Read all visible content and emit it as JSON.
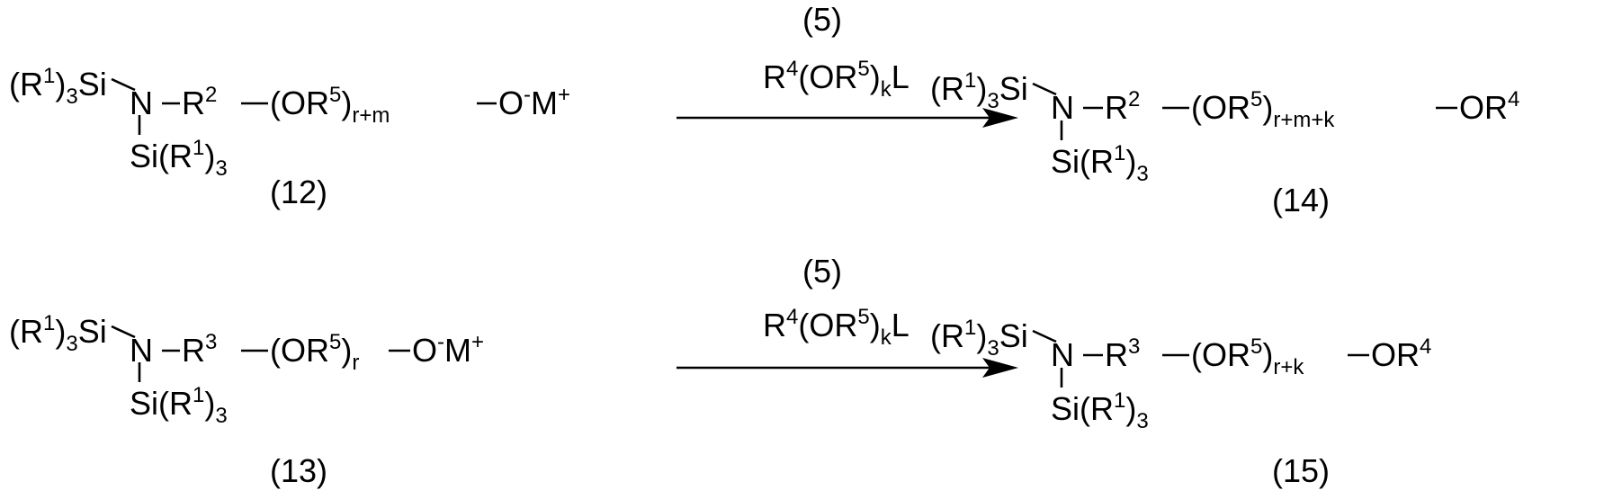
{
  "scheme": {
    "reactions": [
      {
        "reactant": {
          "label": "(12)",
          "si_top": [
            "(R",
            "1",
            ")",
            "3",
            "Si"
          ],
          "n": "N",
          "r_group": [
            "R",
            "2"
          ],
          "chain": [
            "(OR",
            "5",
            ")",
            "r+m",
            "O",
            "-",
            "M",
            "+"
          ],
          "si_bottom": [
            "Si(R",
            "1",
            ")",
            "3"
          ]
        },
        "reagent": {
          "number": "(5)",
          "formula": [
            "R",
            "4",
            "(OR",
            "5",
            ")",
            "k",
            "L"
          ]
        },
        "product": {
          "label": "(14)",
          "si_top": [
            "(R",
            "1",
            ")",
            "3",
            "Si"
          ],
          "n": "N",
          "r_group": [
            "R",
            "2"
          ],
          "chain": [
            "(OR",
            "5",
            ")",
            "r+m+k",
            "OR",
            "4"
          ],
          "si_bottom": [
            "Si(R",
            "1",
            ")",
            "3"
          ]
        }
      },
      {
        "reactant": {
          "label": "(13)",
          "si_top": [
            "(R",
            "1",
            ")",
            "3",
            "Si"
          ],
          "n": "N",
          "r_group": [
            "R",
            "3"
          ],
          "chain": [
            "(OR",
            "5",
            ")",
            "r",
            "O",
            "-",
            "M",
            "+"
          ],
          "si_bottom": [
            "Si(R",
            "1",
            ")",
            "3"
          ]
        },
        "reagent": {
          "number": "(5)",
          "formula": [
            "R",
            "4",
            "(OR",
            "5",
            ")",
            "k",
            "L"
          ]
        },
        "product": {
          "label": "(15)",
          "si_top": [
            "(R",
            "1",
            ")",
            "3",
            "Si"
          ],
          "n": "N",
          "r_group": [
            "R",
            "3"
          ],
          "chain": [
            "(OR",
            "5",
            ")",
            "r+k",
            "OR",
            "4"
          ],
          "si_bottom": [
            "Si(R",
            "1",
            ")",
            "3"
          ]
        }
      }
    ]
  }
}
